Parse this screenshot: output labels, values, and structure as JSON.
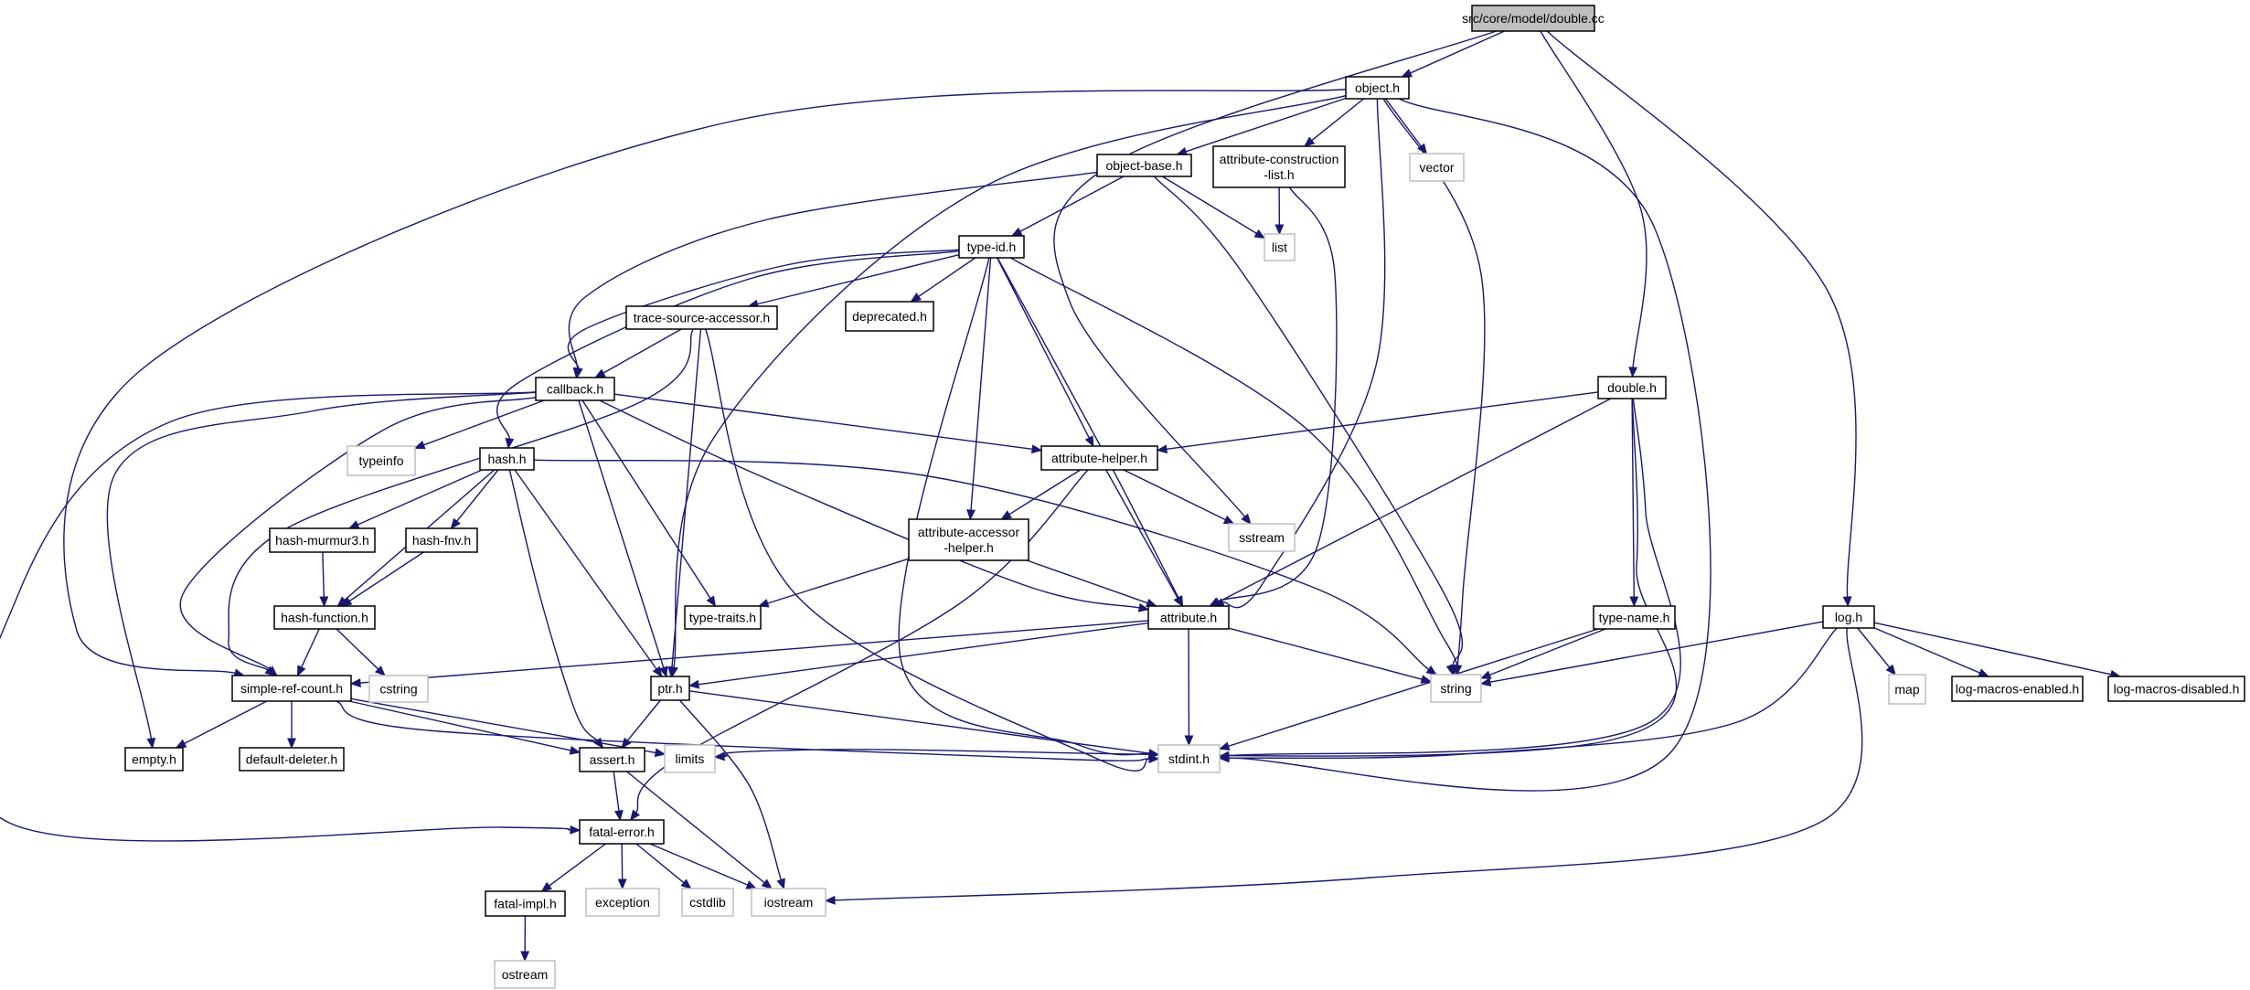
{
  "graph": {
    "nodes": [
      {
        "id": "double-cc",
        "label": "src/core/model/double.cc",
        "kind": "root"
      },
      {
        "id": "object-h",
        "label": "object.h",
        "kind": "doc"
      },
      {
        "id": "log-h",
        "label": "log.h",
        "kind": "doc"
      },
      {
        "id": "double-h",
        "label": "double.h",
        "kind": "doc"
      },
      {
        "id": "sstream",
        "label": "sstream",
        "kind": "sys"
      },
      {
        "id": "object-base-h",
        "label": "object-base.h",
        "kind": "doc"
      },
      {
        "id": "attr-construction-list-h",
        "label": [
          "attribute-construction",
          "-list.h"
        ],
        "kind": "doc"
      },
      {
        "id": "vector",
        "label": "vector",
        "kind": "sys"
      },
      {
        "id": "list",
        "label": "list",
        "kind": "sys"
      },
      {
        "id": "type-id-h",
        "label": "type-id.h",
        "kind": "doc"
      },
      {
        "id": "trace-source-accessor-h",
        "label": "trace-source-accessor.h",
        "kind": "doc"
      },
      {
        "id": "deprecated-h",
        "label": "deprecated.h",
        "kind": "doc"
      },
      {
        "id": "callback-h",
        "label": "callback.h",
        "kind": "doc"
      },
      {
        "id": "typeinfo",
        "label": "typeinfo",
        "kind": "sys"
      },
      {
        "id": "hash-h",
        "label": "hash.h",
        "kind": "doc"
      },
      {
        "id": "attribute-helper-h",
        "label": "attribute-helper.h",
        "kind": "doc"
      },
      {
        "id": "attribute-accessor-helper-h",
        "label": [
          "attribute-accessor",
          "-helper.h"
        ],
        "kind": "doc"
      },
      {
        "id": "hash-murmur3-h",
        "label": "hash-murmur3.h",
        "kind": "doc"
      },
      {
        "id": "hash-fnv-h",
        "label": "hash-fnv.h",
        "kind": "doc"
      },
      {
        "id": "hash-function-h",
        "label": "hash-function.h",
        "kind": "doc"
      },
      {
        "id": "type-traits-h",
        "label": "type-traits.h",
        "kind": "doc"
      },
      {
        "id": "attribute-h",
        "label": "attribute.h",
        "kind": "doc"
      },
      {
        "id": "type-name-h",
        "label": "type-name.h",
        "kind": "doc"
      },
      {
        "id": "cstring",
        "label": "cstring",
        "kind": "sys"
      },
      {
        "id": "simple-ref-count-h",
        "label": "simple-ref-count.h",
        "kind": "doc"
      },
      {
        "id": "ptr-h",
        "label": "ptr.h",
        "kind": "doc"
      },
      {
        "id": "string",
        "label": "string",
        "kind": "sys"
      },
      {
        "id": "map",
        "label": "map",
        "kind": "sys"
      },
      {
        "id": "log-macros-enabled-h",
        "label": "log-macros-enabled.h",
        "kind": "doc"
      },
      {
        "id": "log-macros-disabled-h",
        "label": "log-macros-disabled.h",
        "kind": "doc"
      },
      {
        "id": "empty-h",
        "label": "empty.h",
        "kind": "doc"
      },
      {
        "id": "default-deleter-h",
        "label": "default-deleter.h",
        "kind": "doc"
      },
      {
        "id": "limits",
        "label": "limits",
        "kind": "sys"
      },
      {
        "id": "assert-h",
        "label": "assert.h",
        "kind": "doc"
      },
      {
        "id": "stdint-h",
        "label": "stdint.h",
        "kind": "sys"
      },
      {
        "id": "fatal-error-h",
        "label": "fatal-error.h",
        "kind": "doc"
      },
      {
        "id": "fatal-impl-h",
        "label": "fatal-impl.h",
        "kind": "doc"
      },
      {
        "id": "exception",
        "label": "exception",
        "kind": "sys"
      },
      {
        "id": "cstdlib",
        "label": "cstdlib",
        "kind": "sys"
      },
      {
        "id": "iostream",
        "label": "iostream",
        "kind": "sys"
      },
      {
        "id": "ostream",
        "label": "ostream",
        "kind": "sys"
      }
    ],
    "edges": [
      [
        "double-cc",
        "object-h"
      ],
      [
        "double-cc",
        "sstream"
      ],
      [
        "double-cc",
        "double-h"
      ],
      [
        "double-cc",
        "log-h"
      ],
      [
        "object-h",
        "object-base-h"
      ],
      [
        "object-h",
        "attr-construction-list-h"
      ],
      [
        "object-h",
        "vector"
      ],
      [
        "object-h",
        "string"
      ],
      [
        "object-h",
        "stdint-h"
      ],
      [
        "object-h",
        "attribute-h"
      ],
      [
        "object-h",
        "ptr-h"
      ],
      [
        "object-h",
        "simple-ref-count-h"
      ],
      [
        "object-base-h",
        "type-id-h"
      ],
      [
        "object-base-h",
        "list"
      ],
      [
        "object-base-h",
        "callback-h"
      ],
      [
        "object-base-h",
        "string"
      ],
      [
        "attr-construction-list-h",
        "list"
      ],
      [
        "attr-construction-list-h",
        "attribute-h"
      ],
      [
        "type-id-h",
        "trace-source-accessor-h"
      ],
      [
        "type-id-h",
        "deprecated-h"
      ],
      [
        "type-id-h",
        "callback-h"
      ],
      [
        "type-id-h",
        "hash-h"
      ],
      [
        "type-id-h",
        "attribute-helper-h"
      ],
      [
        "type-id-h",
        "attribute-accessor-helper-h"
      ],
      [
        "type-id-h",
        "attribute-h"
      ],
      [
        "type-id-h",
        "string"
      ],
      [
        "type-id-h",
        "stdint-h"
      ],
      [
        "trace-source-accessor-h",
        "callback-h"
      ],
      [
        "trace-source-accessor-h",
        "ptr-h"
      ],
      [
        "trace-source-accessor-h",
        "stdint-h"
      ],
      [
        "trace-source-accessor-h",
        "simple-ref-count-h"
      ],
      [
        "callback-h",
        "typeinfo"
      ],
      [
        "callback-h",
        "attribute-helper-h"
      ],
      [
        "callback-h",
        "attribute-h"
      ],
      [
        "callback-h",
        "ptr-h"
      ],
      [
        "callback-h",
        "type-traits-h"
      ],
      [
        "callback-h",
        "simple-ref-count-h"
      ],
      [
        "callback-h",
        "empty-h"
      ],
      [
        "callback-h",
        "fatal-error-h"
      ],
      [
        "hash-h",
        "hash-murmur3-h"
      ],
      [
        "hash-h",
        "hash-fnv-h"
      ],
      [
        "hash-h",
        "hash-function-h"
      ],
      [
        "hash-h",
        "ptr-h"
      ],
      [
        "hash-h",
        "assert-h"
      ],
      [
        "hash-h",
        "string"
      ],
      [
        "hash-murmur3-h",
        "hash-function-h"
      ],
      [
        "hash-fnv-h",
        "hash-function-h"
      ],
      [
        "hash-function-h",
        "simple-ref-count-h"
      ],
      [
        "hash-function-h",
        "cstring"
      ],
      [
        "double-h",
        "attribute-helper-h"
      ],
      [
        "double-h",
        "attribute-h"
      ],
      [
        "double-h",
        "type-name-h"
      ],
      [
        "double-h",
        "stdint-h"
      ],
      [
        "double-h",
        "limits"
      ],
      [
        "attribute-helper-h",
        "attribute-accessor-helper-h"
      ],
      [
        "attribute-helper-h",
        "sstream"
      ],
      [
        "attribute-helper-h",
        "attribute-h"
      ],
      [
        "attribute-helper-h",
        "fatal-error-h"
      ],
      [
        "attribute-accessor-helper-h",
        "type-traits-h"
      ],
      [
        "attribute-accessor-helper-h",
        "attribute-h"
      ],
      [
        "attribute-h",
        "simple-ref-count-h"
      ],
      [
        "attribute-h",
        "ptr-h"
      ],
      [
        "attribute-h",
        "string"
      ],
      [
        "attribute-h",
        "stdint-h"
      ],
      [
        "type-name-h",
        "string"
      ],
      [
        "type-name-h",
        "stdint-h"
      ],
      [
        "log-h",
        "string"
      ],
      [
        "log-h",
        "map"
      ],
      [
        "log-h",
        "log-macros-enabled-h"
      ],
      [
        "log-h",
        "log-macros-disabled-h"
      ],
      [
        "log-h",
        "stdint-h"
      ],
      [
        "log-h",
        "iostream"
      ],
      [
        "simple-ref-count-h",
        "empty-h"
      ],
      [
        "simple-ref-count-h",
        "default-deleter-h"
      ],
      [
        "simple-ref-count-h",
        "assert-h"
      ],
      [
        "simple-ref-count-h",
        "limits"
      ],
      [
        "simple-ref-count-h",
        "stdint-h"
      ],
      [
        "ptr-h",
        "assert-h"
      ],
      [
        "ptr-h",
        "iostream"
      ],
      [
        "ptr-h",
        "stdint-h"
      ],
      [
        "assert-h",
        "fatal-error-h"
      ],
      [
        "assert-h",
        "iostream"
      ],
      [
        "fatal-error-h",
        "fatal-impl-h"
      ],
      [
        "fatal-error-h",
        "exception"
      ],
      [
        "fatal-error-h",
        "cstdlib"
      ],
      [
        "fatal-error-h",
        "iostream"
      ],
      [
        "fatal-impl-h",
        "ostream"
      ]
    ]
  }
}
